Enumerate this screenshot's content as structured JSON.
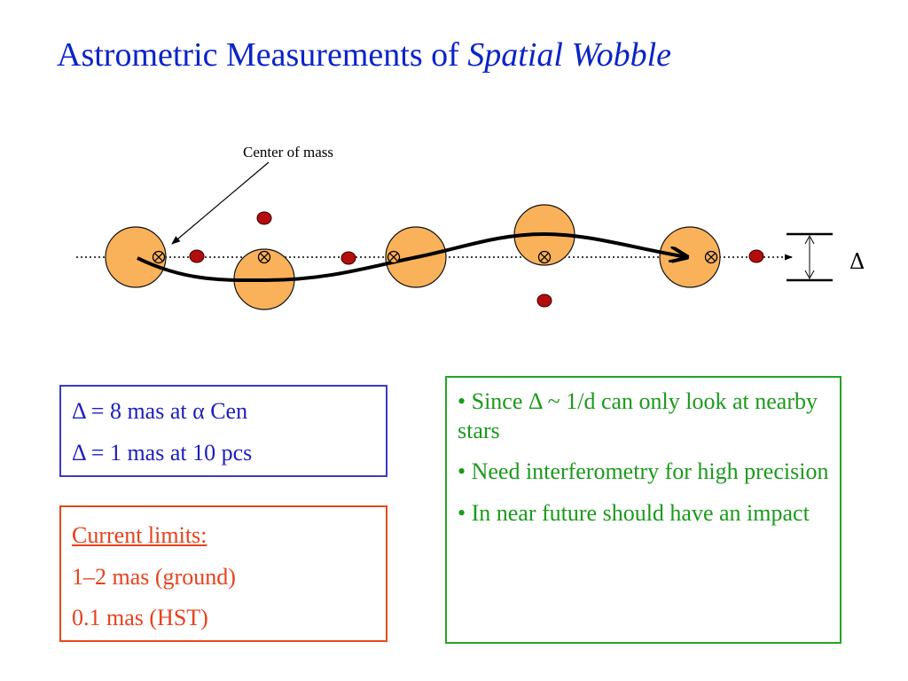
{
  "title": {
    "main": "Astrometric Measurements of ",
    "emphasis": "Spatial Wobble"
  },
  "diagram": {
    "center_label": "Center of mass",
    "delta_symbol": "Δ",
    "colors": {
      "star_fill": "#f9b15a",
      "star_stroke": "#111111",
      "planet_fill": "#b30d0d",
      "path": "#000000",
      "axis": "#000000"
    }
  },
  "info_box": {
    "lines": [
      "Δ = 8 mas at α Cen",
      "Δ = 1 mas at 10 pcs"
    ],
    "color": "#1d1dc0"
  },
  "limits_box": {
    "heading": "Current limits:",
    "lines": [
      "1–2 mas (ground)",
      "0.1  mas (HST)"
    ],
    "color": "#e8411b"
  },
  "notes_box": {
    "bullets": [
      "• Since Δ ~ 1/d can only look at nearby stars",
      "• Need interferometry for high precision",
      "• In near future should have an impact"
    ],
    "color": "#1a9a1a"
  }
}
